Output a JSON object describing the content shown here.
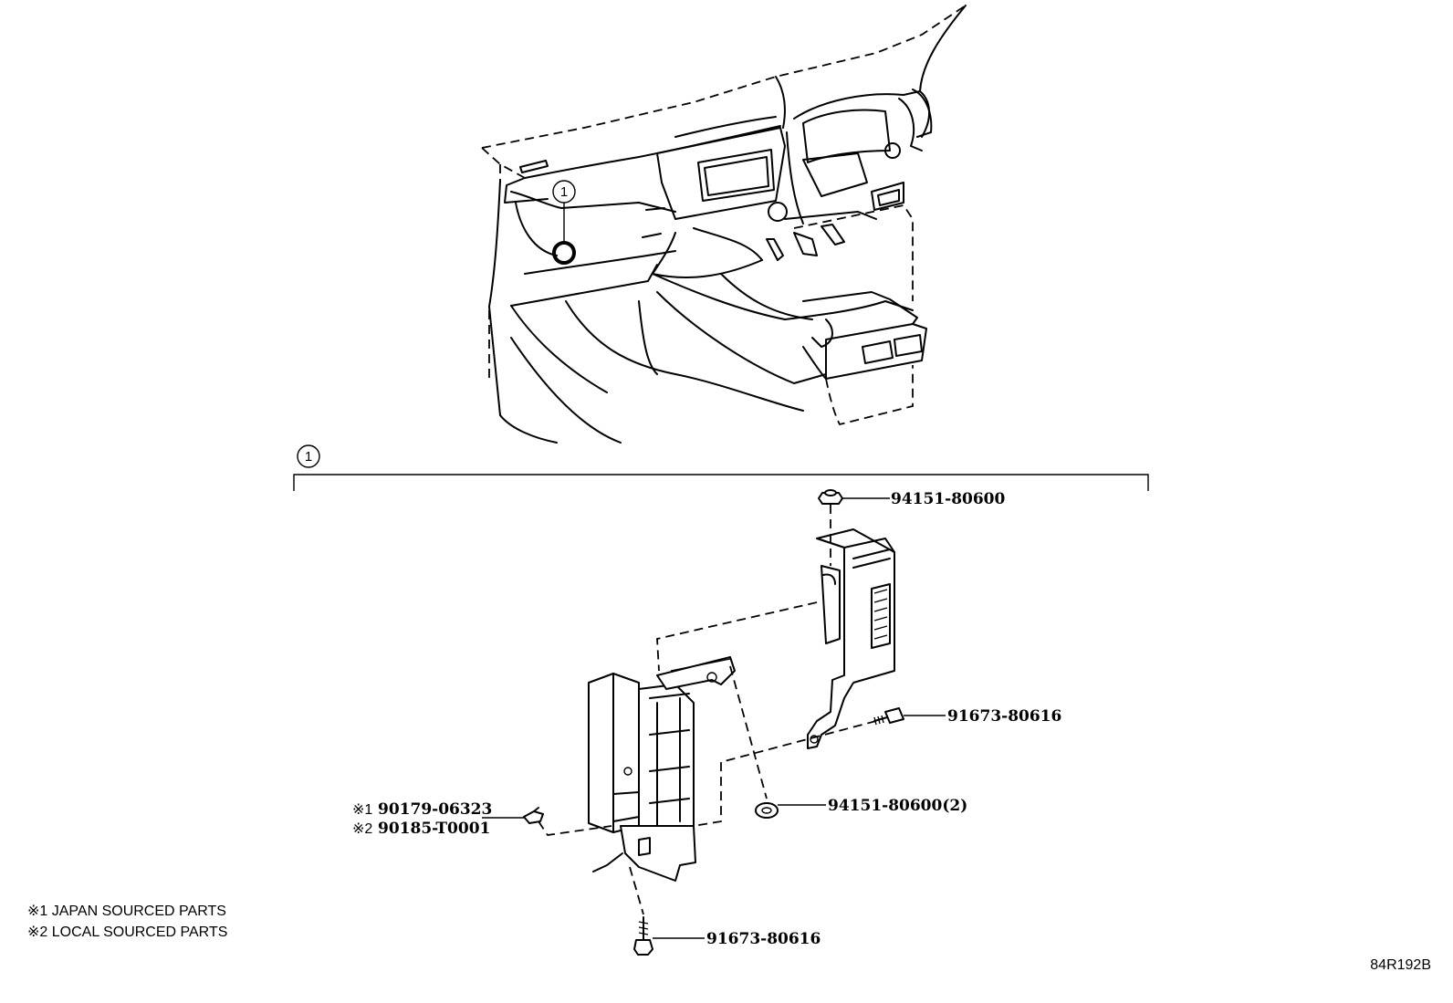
{
  "callout": {
    "number": "1"
  },
  "parts": {
    "nut_top": "94151-80600",
    "bolt_right": "91673-80616",
    "nut_mid": "94151-80600(2)",
    "clip_1_mark": "※1",
    "clip_1": "90179-06323",
    "clip_2_mark": "※2",
    "clip_2": "90185-T0001",
    "bolt_bottom": "91673-80616"
  },
  "notes": {
    "note_1": "※1 JAPAN SOURCED PARTS",
    "note_2": "※2 LOCAL SOURCED PARTS"
  },
  "illustration_ref": "84R192B"
}
